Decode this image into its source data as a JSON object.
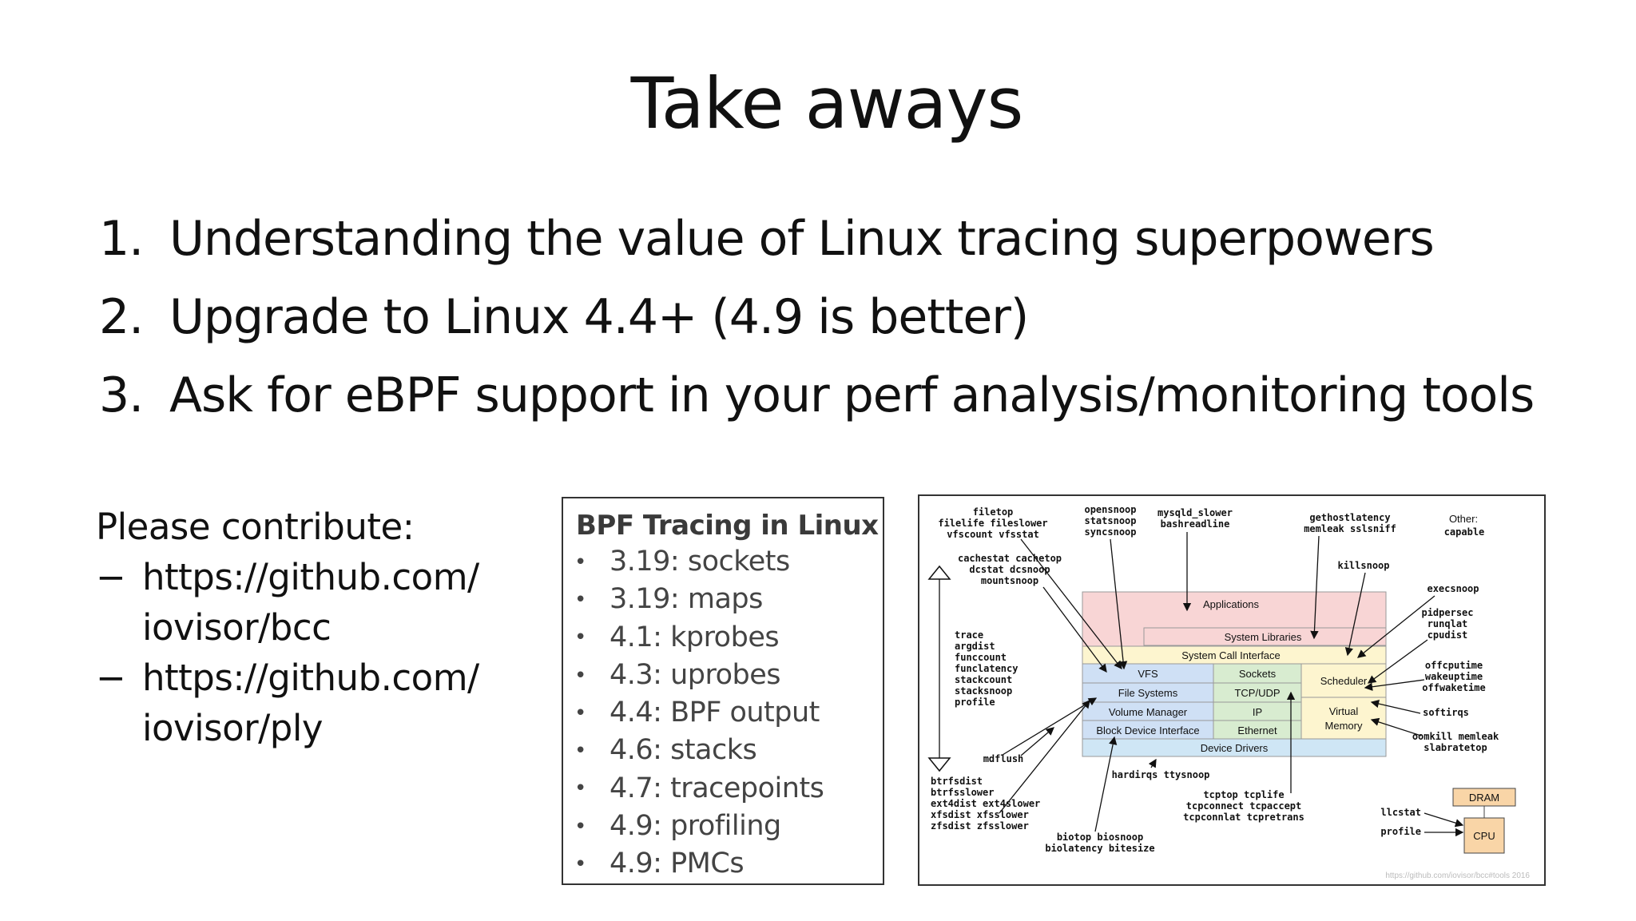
{
  "slide": {
    "title": "Take aways",
    "points": [
      {
        "num": "1.",
        "text": "Understanding the value of Linux tracing superpowers"
      },
      {
        "num": "2.",
        "text": "Upgrade to Linux 4.4+ (4.9 is better)"
      },
      {
        "num": "3.",
        "text": "Ask for eBPF support in your perf analysis/monitoring tools"
      }
    ]
  },
  "contribute": {
    "heading": "Please contribute:",
    "dash": "−",
    "links": [
      {
        "line1": "https://github.com/",
        "line2": "iovisor/bcc"
      },
      {
        "line1": "https://github.com/",
        "line2": "iovisor/ply"
      }
    ]
  },
  "bpf_box": {
    "title": "BPF Tracing in Linux",
    "bullet": "•",
    "items": [
      "3.19: sockets",
      "3.19: maps",
      "4.1: kprobes",
      "4.3: uprobes",
      "4.4: BPF output",
      "4.6: stacks",
      "4.7: tracepoints",
      "4.9: profiling",
      "4.9: PMCs"
    ]
  },
  "diagram": {
    "colors": {
      "applications": "#f8d5d5",
      "syslib": "#f8d5d5",
      "syscall": "#fdf5cf",
      "vfs_col": "#cfe0f5",
      "net_col": "#d8ecd0",
      "sched_col": "#fdf5cf",
      "drivers": "#cfe6f5",
      "dram": "#f9d5a7"
    },
    "layers": {
      "applications": "Applications",
      "system_libraries": "System Libraries",
      "syscall": "System Call Interface",
      "vfs": "VFS",
      "filesystems": "File Systems",
      "volume_manager": "Volume Manager",
      "block_device": "Block Device Interface",
      "sockets": "Sockets",
      "tcpudp": "TCP/UDP",
      "ip": "IP",
      "ethernet": "Ethernet",
      "scheduler": "Scheduler",
      "virtual_memory_1": "Virtual",
      "virtual_memory_2": "Memory",
      "device_drivers": "Device Drivers",
      "dram": "DRAM",
      "cpu": "CPU"
    },
    "tools": {
      "filetop_1": "filetop",
      "filetop_2": "filelife fileslower",
      "filetop_3": "vfscount vfsstat",
      "opensnoop_1": "opensnoop",
      "opensnoop_2": "statsnoop",
      "opensnoop_3": "syncsnoop",
      "mysqld_1": "mysqld_slower",
      "mysqld_2": "bashreadline",
      "gethost_1": "gethostlatency",
      "gethost_2": "memleak sslsniff",
      "other_1": "Other:",
      "other_2": "capable",
      "cache_1": "cachestat cachetop",
      "cache_2": "dcstat dcsnoop",
      "cache_3": "mountsnoop",
      "killsnoop": "killsnoop",
      "execsnoop": "execsnoop",
      "pid_1": "pidpersec",
      "pid_2": "runqlat",
      "pid_3": "cpudist",
      "trace_1": "trace",
      "trace_2": "argdist",
      "trace_3": "funccount",
      "trace_4": "funclatency",
      "trace_5": "stackcount",
      "trace_6": "stacksnoop",
      "trace_7": "profile",
      "offcpu_1": "offcputime",
      "offcpu_2": "wakeuptime",
      "offcpu_3": "offwaketime",
      "softirqs": "softirqs",
      "oom_1": "oomkill memleak",
      "oom_2": "slabratetop",
      "mdflush": "mdflush",
      "hardirqs": "hardirqs ttysnoop",
      "btrfs_1": "btrfsdist",
      "btrfs_2": "btrfsslower",
      "btrfs_3": "ext4dist ext4slower",
      "btrfs_4": "xfsdist xfsslower",
      "btrfs_5": "zfsdist zfsslower",
      "tcp_1": "tcptop tcplife",
      "tcp_2": "tcpconnect tcpaccept",
      "tcp_3": "tcpconnlat tcpretrans",
      "llcstat": "llcstat",
      "profile": "profile",
      "bio_1": "biotop biosnoop",
      "bio_2": "biolatency bitesize",
      "credit": "https://github.com/iovisor/bcc#tools 2016"
    }
  }
}
